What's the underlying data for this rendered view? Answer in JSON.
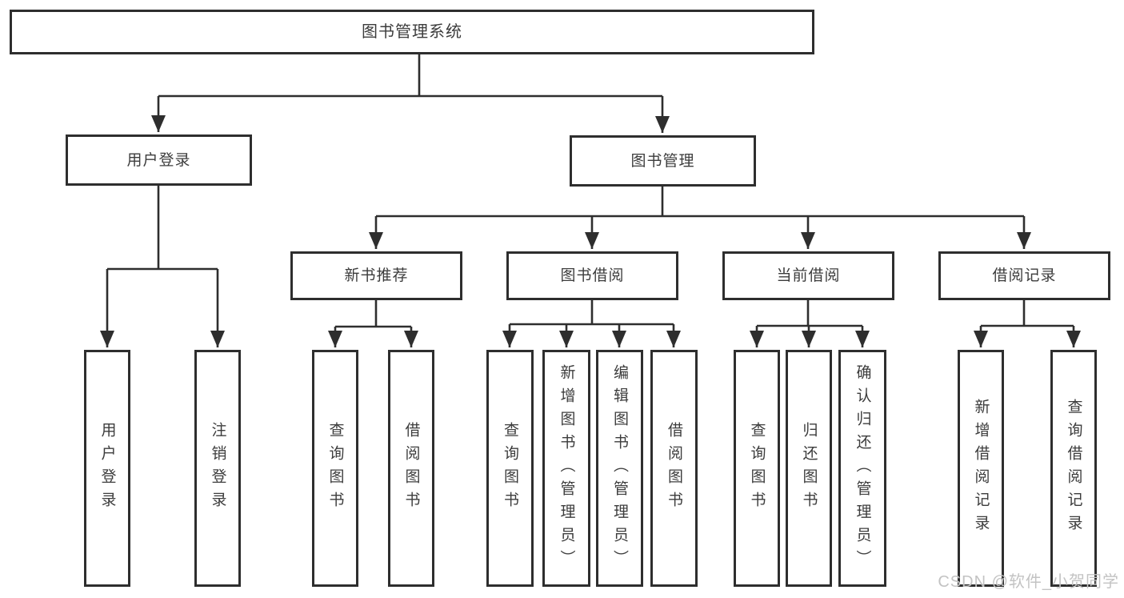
{
  "colors": {
    "line": "#2e2e2e",
    "box_border": "#2e2e2e",
    "text": "#3c3c3c",
    "background": "#ffffff",
    "watermark": "#c3c3c3"
  },
  "tree": {
    "root": "图书管理系统",
    "branches": [
      {
        "label": "用户登录",
        "children": [
          {
            "label": "用户登录"
          },
          {
            "label": "注销登录"
          }
        ]
      },
      {
        "label": "图书管理",
        "children": [
          {
            "label": "新书推荐",
            "children": [
              {
                "label": "查询图书"
              },
              {
                "label": "借阅图书"
              }
            ]
          },
          {
            "label": "图书借阅",
            "children": [
              {
                "label": "查询图书"
              },
              {
                "label": "新增图书（管理员）"
              },
              {
                "label": "编辑图书（管理员）"
              },
              {
                "label": "借阅图书"
              }
            ]
          },
          {
            "label": "当前借阅",
            "children": [
              {
                "label": "查询图书"
              },
              {
                "label": "归还图书"
              },
              {
                "label": "确认归还（管理员）"
              }
            ]
          },
          {
            "label": "借阅记录",
            "children": [
              {
                "label": "新增借阅记录"
              },
              {
                "label": "查询借阅记录"
              }
            ]
          }
        ]
      }
    ]
  },
  "watermark": {
    "text": "CSDN @软件_小贺同学"
  }
}
